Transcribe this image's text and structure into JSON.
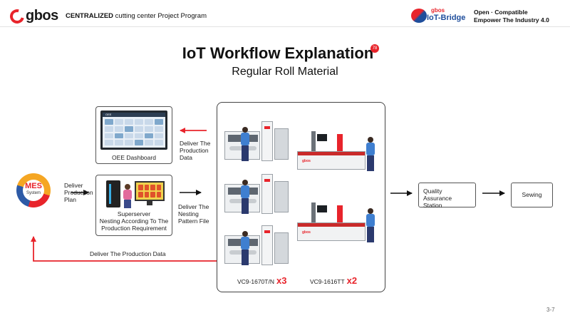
{
  "header": {
    "brand": "gbos",
    "program_bold": "CENTRALIZED",
    "program_rest": " cutting center Project Program",
    "iot_logo_small": "gbos",
    "iot_logo_big": "IoT-Bridge",
    "slogan_line1": "Open · Compatible",
    "slogan_line2": "Empower The Industry 4.0"
  },
  "title": "IoT Workflow Explanation",
  "title_badge": "78",
  "subtitle": "Regular Roll Material",
  "mes": {
    "title": "MES",
    "subtitle": "System"
  },
  "oee": {
    "screen_title": "OEE",
    "label": "OEE  Dashboard"
  },
  "superserver": {
    "label_line1": "Superserver",
    "label_line2": "Nesting According To The",
    "label_line3": "Production Requirement"
  },
  "flows": {
    "deliver_plan": [
      "Deliver",
      "Production",
      "Plan"
    ],
    "deliver_nesting": [
      "Deliver The",
      "Nesting",
      "Pattern File"
    ],
    "deliver_prod_data_top": [
      "Deliver The",
      "Production",
      "Data"
    ],
    "deliver_prod_data_bottom": "Deliver The Production Data"
  },
  "machines": {
    "model_a": "VC9-1670T/N",
    "model_a_count": "x3",
    "model_b": "VC9-1616TT",
    "model_b_count": "x2",
    "machine_brand": "gbos"
  },
  "qa": {
    "line1": "Quality Assurance",
    "line2": "Station"
  },
  "sewing": "Sewing",
  "page_number": "3-7",
  "colors": {
    "accent": "#e8242b",
    "brand_blue": "#1f4e9c",
    "text": "#222222"
  }
}
